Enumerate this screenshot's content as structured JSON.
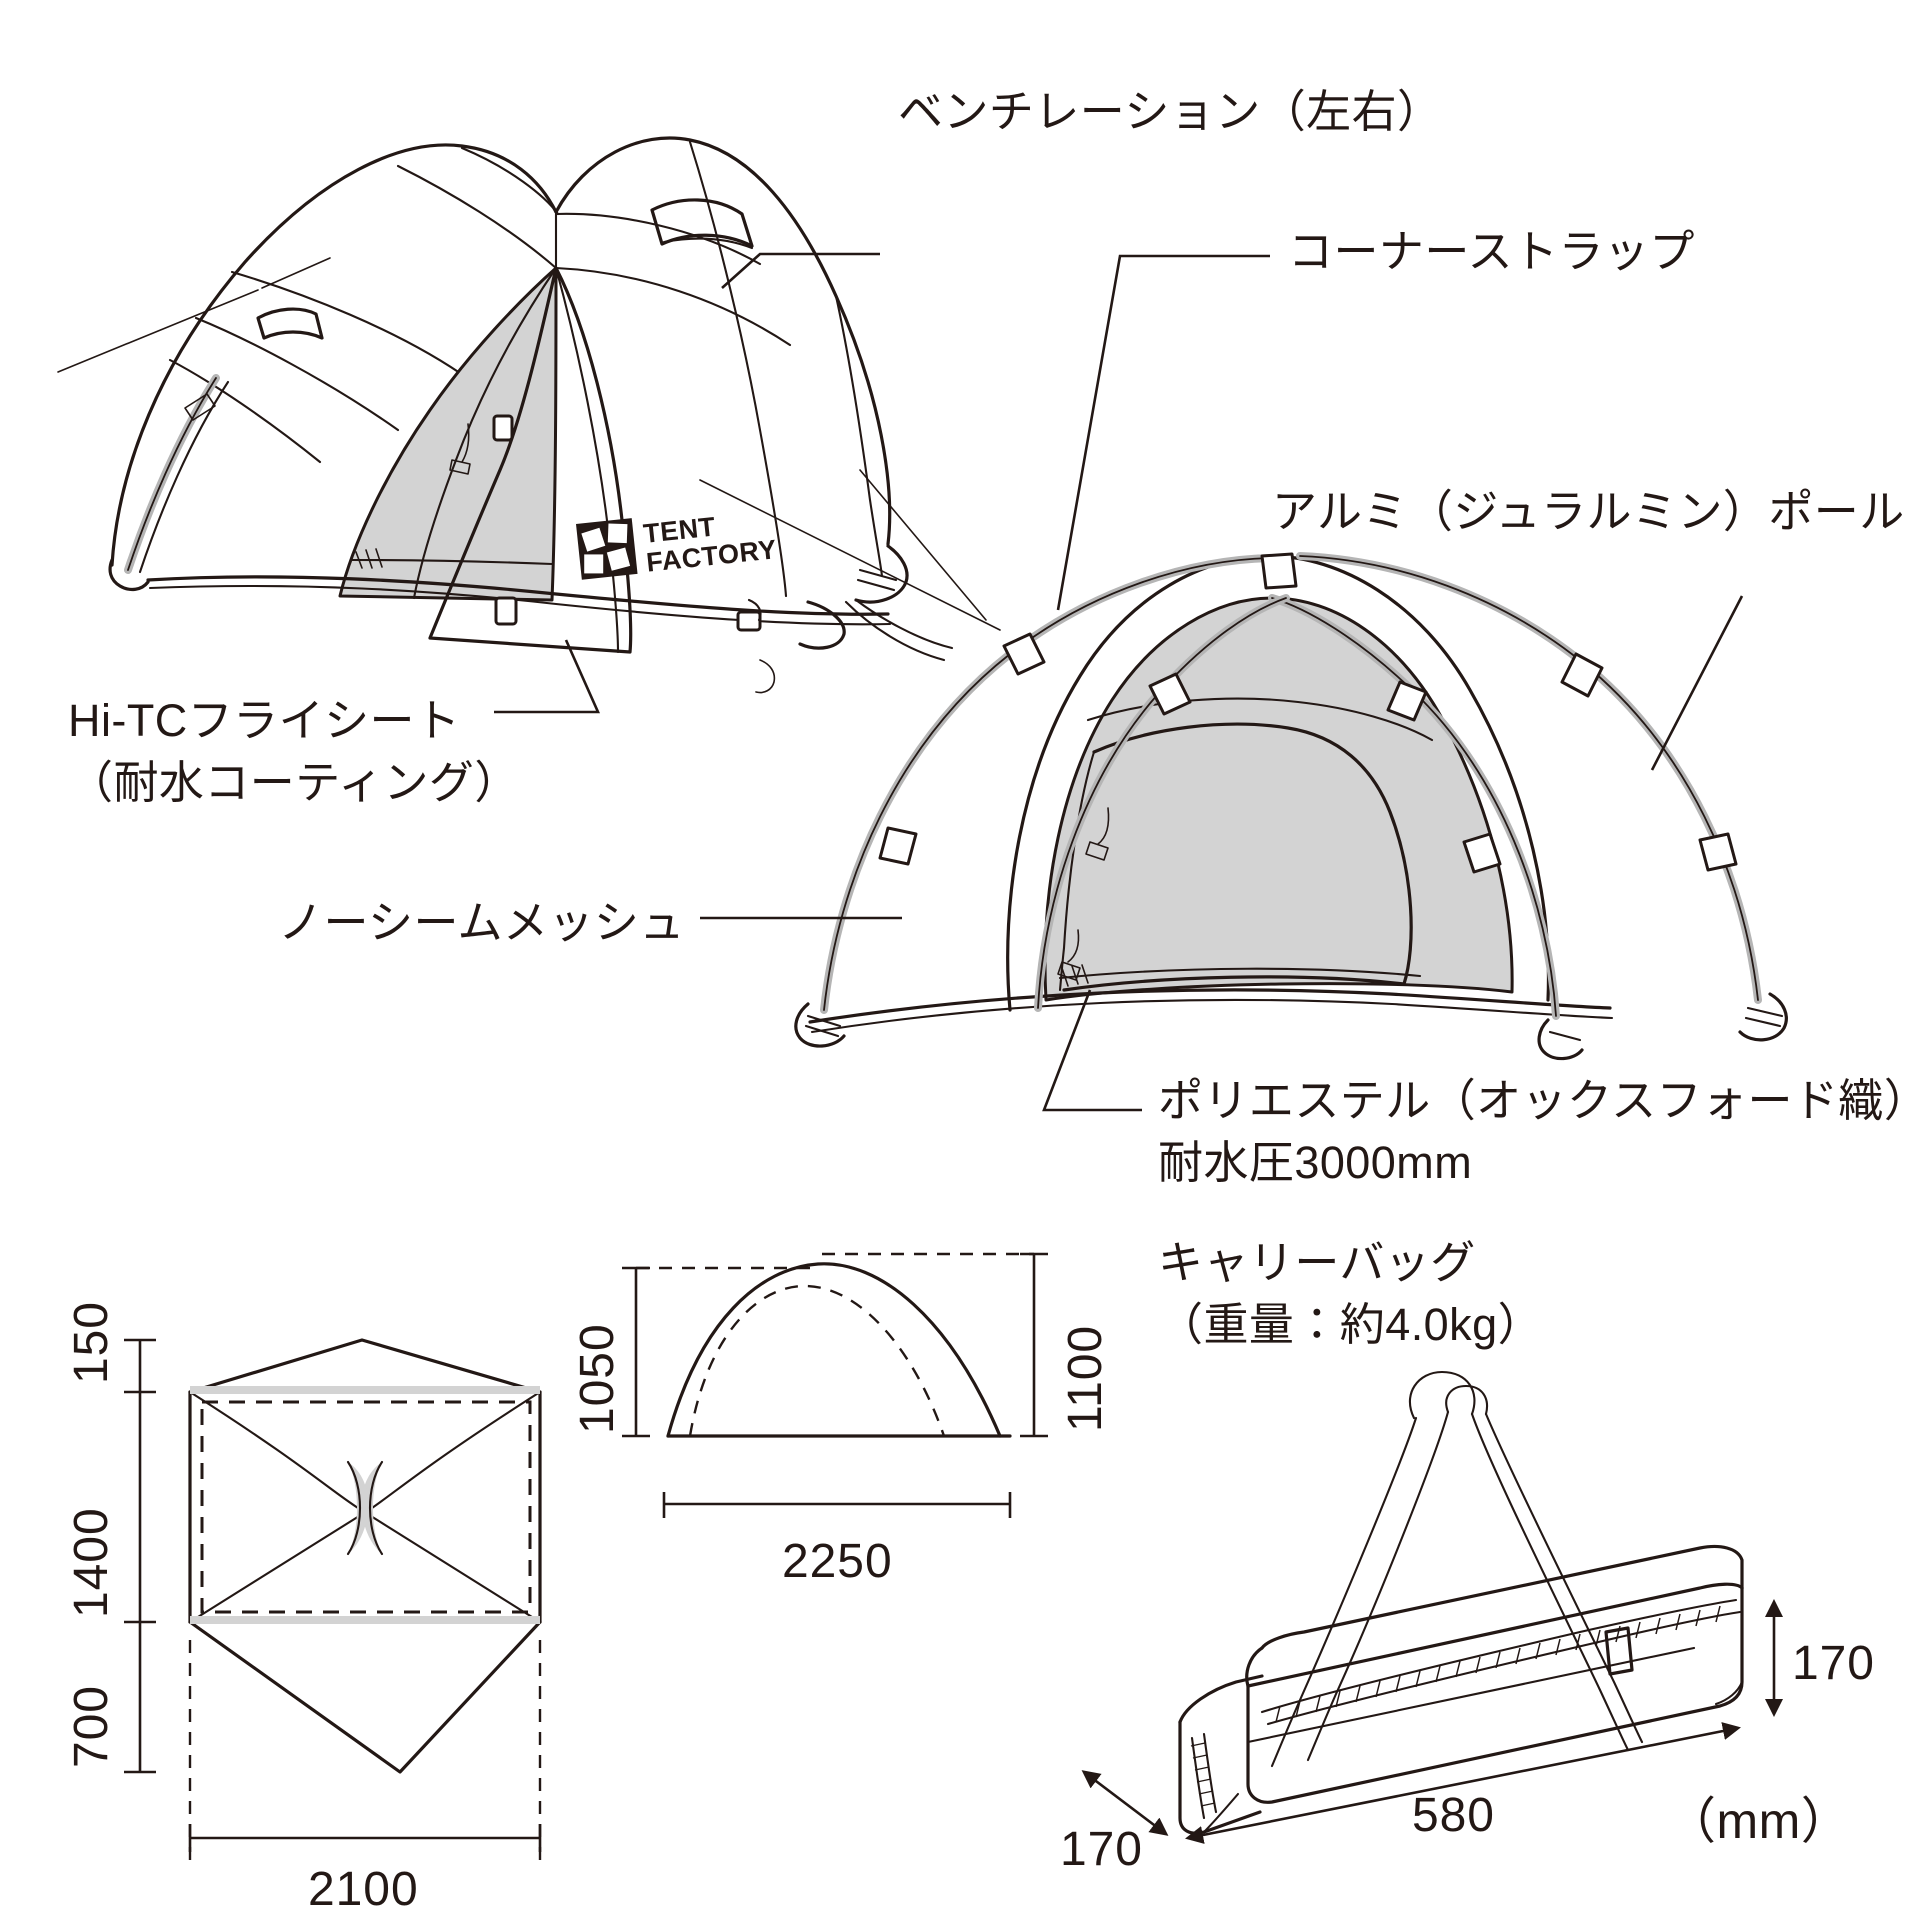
{
  "document": {
    "kind": "product-spec-illustration",
    "unit_note": "（mm）"
  },
  "brand": {
    "logo_line1": "TENT",
    "logo_line2": "FACTORY"
  },
  "callouts": [
    {
      "id": "ventilation",
      "text": "ベンチレーション（左右）"
    },
    {
      "id": "corner-strap",
      "text": "コーナーストラップ"
    },
    {
      "id": "aluminum-pole",
      "text": "アルミ（ジュラルミン）ポール"
    },
    {
      "id": "fly-sheet-line1",
      "text": "Hi-TCフライシート"
    },
    {
      "id": "fly-sheet-line2",
      "text": "（耐水コーティング）"
    },
    {
      "id": "no-seeum-mesh",
      "text": "ノーシームメッシュ"
    },
    {
      "id": "polyester-line1",
      "text": "ポリエステル（オックスフォード織）"
    },
    {
      "id": "polyester-line2",
      "text": "耐水圧3000mm"
    },
    {
      "id": "carry-bag-line1",
      "text": "キャリーバッグ"
    },
    {
      "id": "carry-bag-line2",
      "text": "（重量：約4.0kg）"
    }
  ],
  "dimensions": {
    "floorplan": {
      "vestibule_front": "150",
      "inner_depth": "1400",
      "vestibule_rear": "700",
      "width": "2100"
    },
    "sideview": {
      "inner_height": "1050",
      "fly_height": "1100",
      "length": "2250"
    },
    "carrybag": {
      "height": "170",
      "depth": "170",
      "length": "580"
    }
  },
  "colors": {
    "ink": "#231815",
    "mesh_gray": "#d3d3d3",
    "pole_gray": "#b3b3b3",
    "line_light": "#4d4542"
  }
}
